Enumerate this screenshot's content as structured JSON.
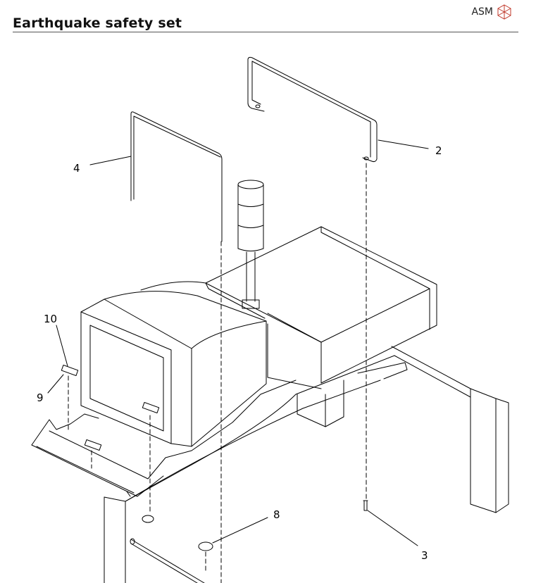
{
  "header": {
    "title": "Earthquake safety set",
    "brand": "ASM"
  },
  "callouts": {
    "c2": "2",
    "c3": "3",
    "c4": "4",
    "c8": "8",
    "c9": "9",
    "c10": "10"
  },
  "colors": {
    "line": "#000000",
    "background": "#ffffff",
    "logo": "#c0392b"
  },
  "icons": [
    "asm-logo-icon"
  ]
}
